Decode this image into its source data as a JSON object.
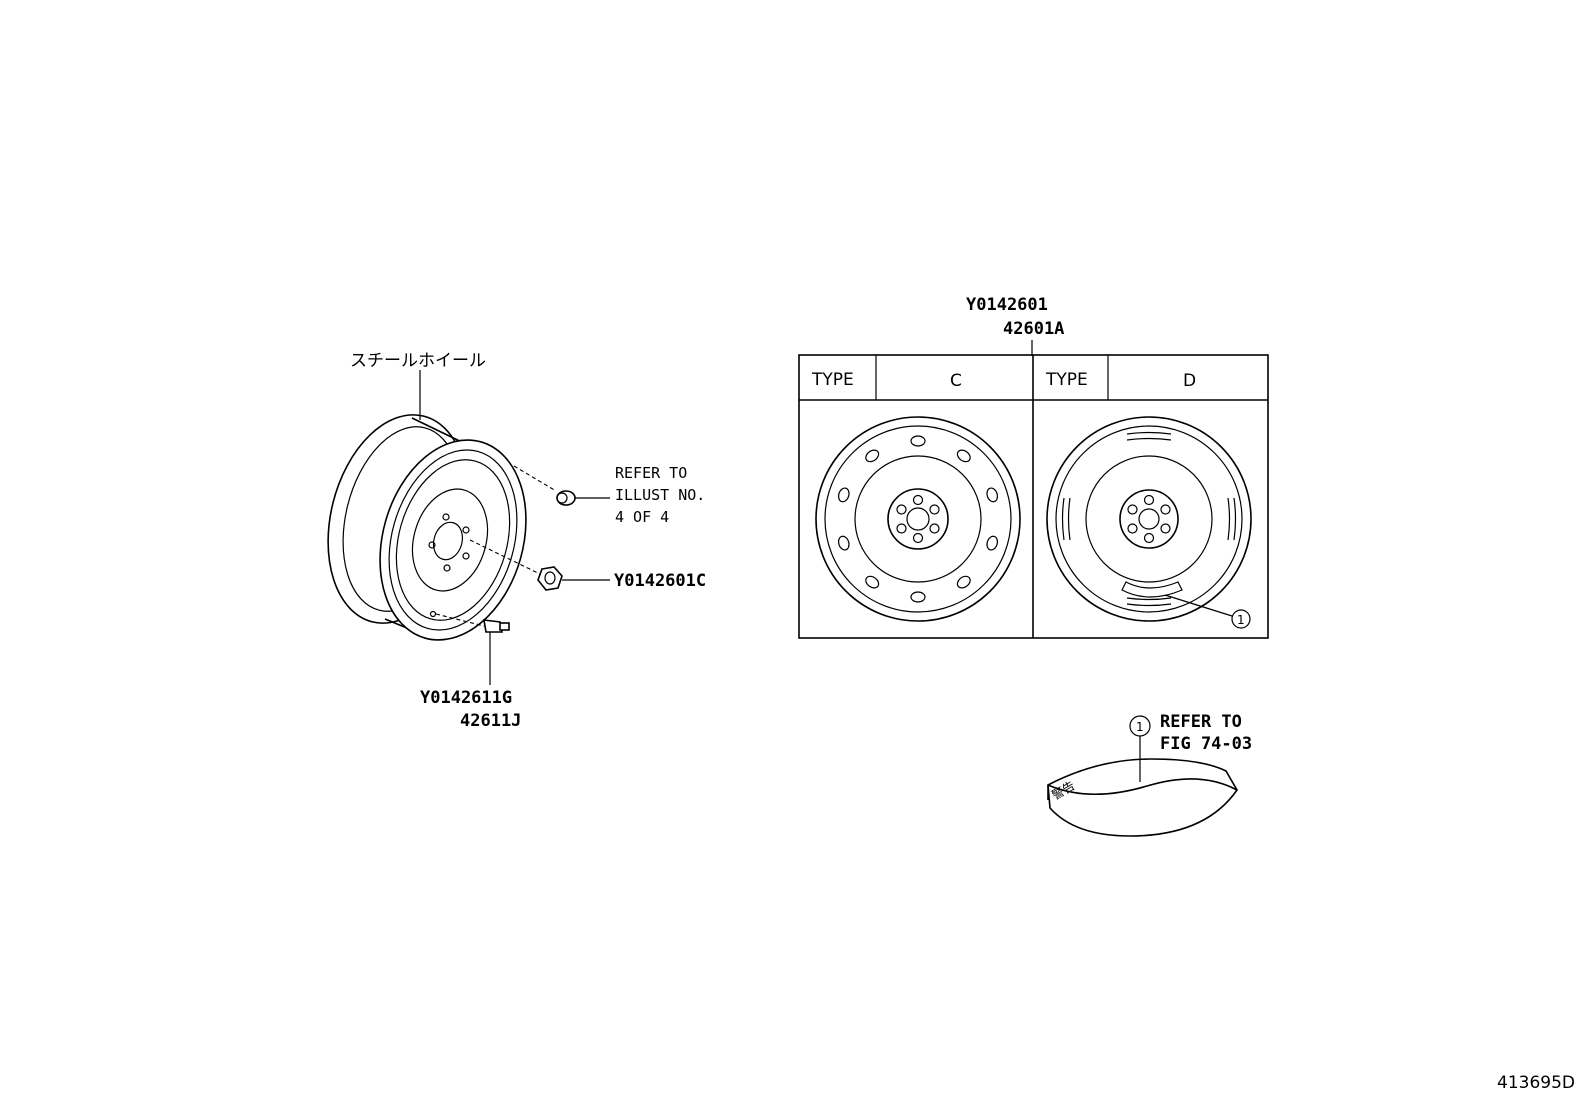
{
  "labels": {
    "steel_wheel_jp": "スチールホイール",
    "refer_illust_1": "REFER TO",
    "refer_illust_2": "ILLUST NO.",
    "refer_illust_3": "4 OF 4",
    "nut_part": "Y0142601C",
    "valve_part_1": "Y0142611G",
    "valve_part_2": "42611J",
    "wheel_part_1": "Y0142601",
    "wheel_part_2": "42601A",
    "type_left": "TYPE",
    "type_left_value": "C",
    "type_right": "TYPE",
    "type_right_value": "D",
    "callout_number": "1",
    "refer_fig_1": "REFER TO",
    "refer_fig_2": "FIG 74-03",
    "sticker_text": "警告",
    "figure_id": "413695D"
  }
}
